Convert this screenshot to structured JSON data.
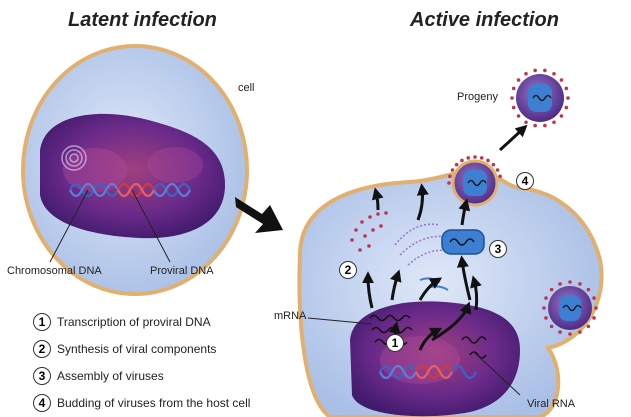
{
  "titles": {
    "latent": "Latent infection",
    "active": "Active infection"
  },
  "labels": {
    "cell": "cell",
    "progeny": "Progeny",
    "chromosomal_dna": "Chromosomal DNA",
    "proviral_dna": "Proviral DNA",
    "mrna": "mRNA",
    "viral_rna": "Viral RNA"
  },
  "steps": [
    {
      "number": "1",
      "text": "Transcription of proviral DNA"
    },
    {
      "number": "2",
      "text": "Synthesis of viral components"
    },
    {
      "number": "3",
      "text": "Assembly of viruses"
    },
    {
      "number": "4",
      "text": "Budding of viruses from the host cell"
    }
  ],
  "colors": {
    "cytoplasm": "#c9d9f2",
    "membrane": "#e2b06e",
    "nucleus": "#6a2a8a",
    "dna_blue": "#3b63c4",
    "dna_red": "#d23a3a",
    "spike": "#c0334f",
    "capsid": "#3d7fd1",
    "arrow": "#111111"
  }
}
